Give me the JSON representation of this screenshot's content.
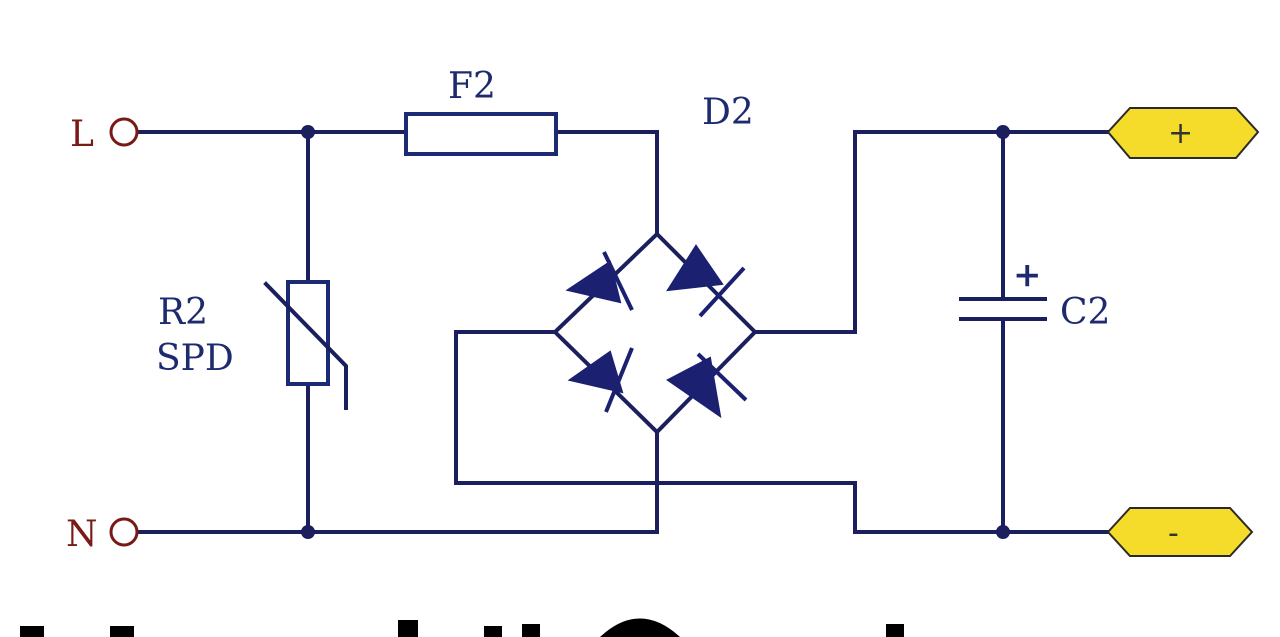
{
  "labels": {
    "terminal_l": "L",
    "terminal_n": "N",
    "fuse": "F2",
    "bridge": "D2",
    "varistor_ref": "R2",
    "varistor_type": "SPD",
    "capacitor": "C2",
    "cap_polarity": "+",
    "port_pos": "+",
    "port_neg": "-"
  },
  "colors": {
    "wire": "#1b1f5e",
    "terminal_label": "#7a1a14",
    "component_label": "#1e2a6e",
    "port_fill": "#f5dc2a"
  }
}
